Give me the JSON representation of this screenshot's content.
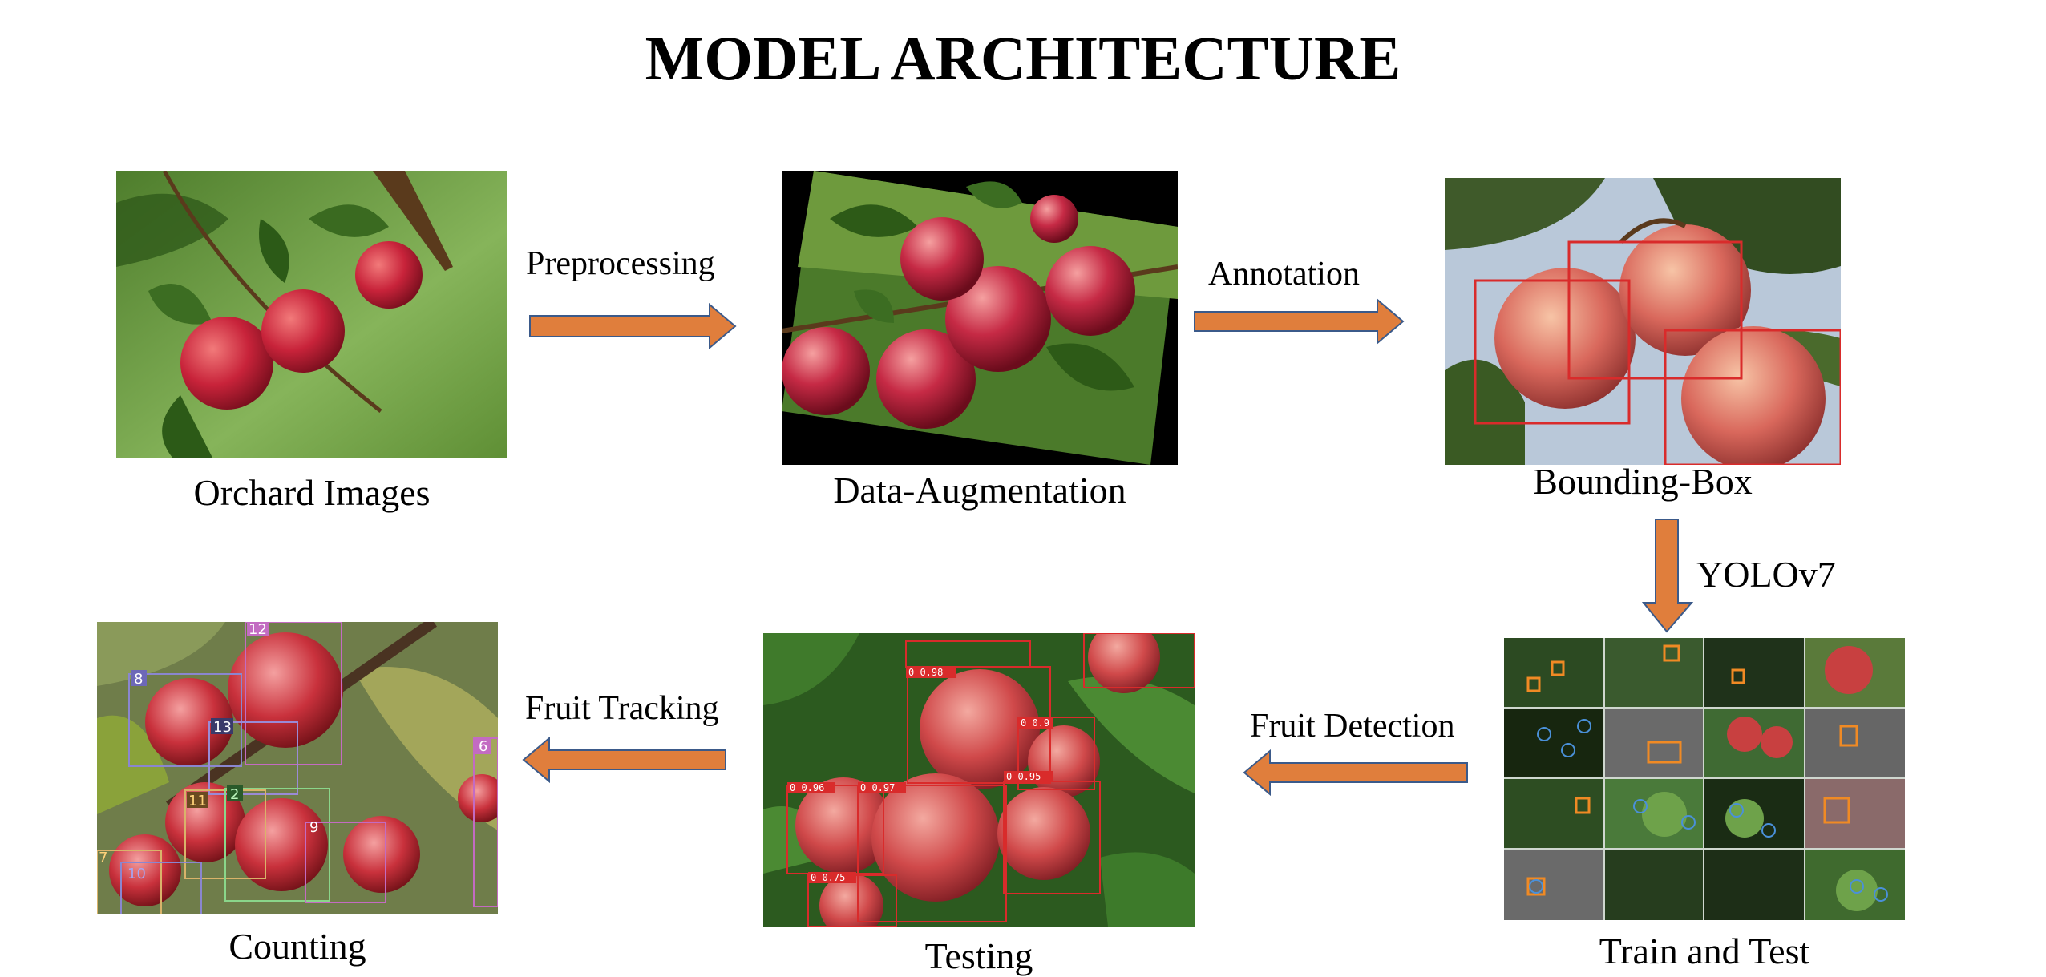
{
  "title": "MODEL ARCHITECTURE",
  "stages": {
    "orchard": {
      "caption": "Orchard Images"
    },
    "augmentation": {
      "caption": "Data-Augmentation"
    },
    "bbox": {
      "caption": "Bounding-Box"
    },
    "train": {
      "caption": "Train and Test"
    },
    "testing": {
      "caption": "Testing",
      "scores": [
        "0 0.98",
        "0 0.9",
        "0 0.96",
        "0 0.97",
        "0 0.95",
        "0 0.75"
      ]
    },
    "counting": {
      "caption": "Counting",
      "track_ids": [
        "12",
        "8",
        "13",
        "11",
        "2",
        "9",
        "7",
        "10",
        "6"
      ]
    }
  },
  "arrows": {
    "preprocessing": "Preprocessing",
    "annotation": "Annotation",
    "yolo": "YOLOv7",
    "fruit_detection": "Fruit Detection",
    "fruit_tracking": "Fruit Tracking"
  },
  "colors": {
    "arrow_fill": "#E07E3C",
    "arrow_stroke": "#3B5A8A",
    "bbox_red": "#D92B2B",
    "track_purple": "#C36BC2",
    "detect_blue": "#4A90D9",
    "detect_orange": "#F08A24"
  }
}
